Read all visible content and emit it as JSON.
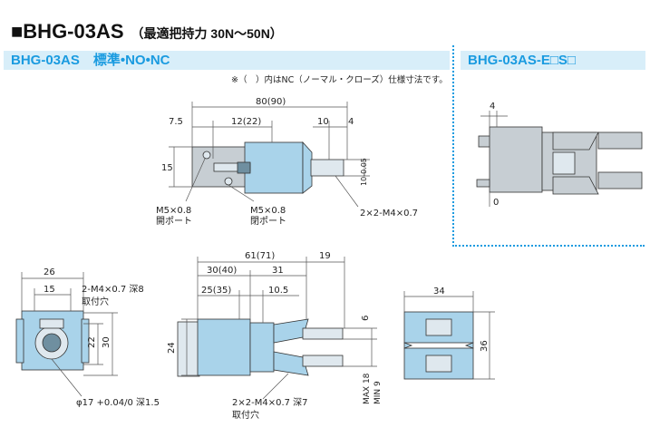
{
  "header": {
    "model": "■BHG-03AS",
    "subtitle": "（最適把持力 30N〜50N）"
  },
  "section_left": {
    "label": "BHG-03AS　標準•NO•NC"
  },
  "section_right": {
    "label": "BHG-03AS-E□S□"
  },
  "note": "※（　）内はNC（ノーマル・クローズ）仕様寸法です。",
  "top_view": {
    "dim_80": "80(90)",
    "dim_7_5": "7.5",
    "dim_12": "12(22)",
    "dim_10": "10",
    "dim_4": "4",
    "dim_15": "15",
    "dim_10tol": "10-0.05",
    "port1_a": "M5×0.8",
    "port1_b": "開ポート",
    "port2_a": "M5×0.8",
    "port2_b": "閉ポート",
    "thread": "2×2-M4×0.7"
  },
  "right_view": {
    "dim_4": "4",
    "dim_0": "0"
  },
  "end_view": {
    "dim_26": "26",
    "dim_15": "15",
    "mount_a": "2-M4×0.7 深8",
    "mount_b": "取付穴",
    "dim_22": "22",
    "dim_30": "30",
    "bore": "φ17 +0.04/0 深1.5"
  },
  "side_view": {
    "dim_61": "61(71)",
    "dim_19": "19",
    "dim_30": "30(40)",
    "dim_31": "31",
    "dim_25": "25(35)",
    "dim_10_5": "10.5",
    "dim_24": "24",
    "dim_6": "6",
    "max": "MAX 18",
    "min": "MIN 9",
    "thread_a": "2×2-M4×0.7 深7",
    "thread_b": "取付穴"
  },
  "front_view": {
    "dim_34": "34",
    "dim_36": "36"
  }
}
